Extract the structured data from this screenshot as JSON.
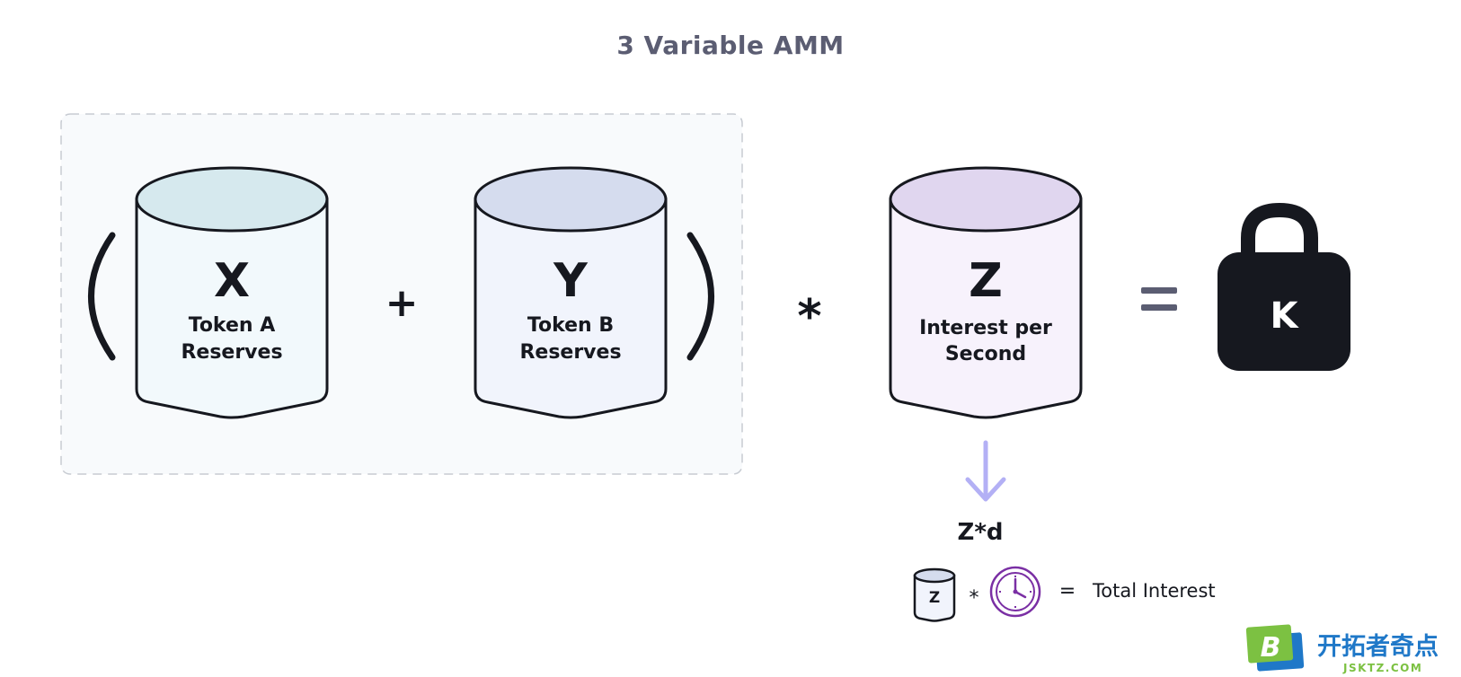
{
  "title": "3 Variable AMM",
  "colors": {
    "ink": "#16181f",
    "title": "#5b5d72",
    "group_fill": "#f8fafc",
    "group_border": "#c7cbd2",
    "x_top": "#d6e9ee",
    "x_body": "#f2f9fc",
    "y_top": "#d5dcee",
    "y_body": "#f1f4fc",
    "z_top": "#e0d6ef",
    "z_body": "#f7f2fc",
    "arrow": "#b3b0f5",
    "equals": "#5b5d72",
    "clock": "#7a2fa4",
    "lock": "#16181f",
    "watermark_green": "#7cc142",
    "watermark_blue": "#1f78c8"
  },
  "reserves": [
    {
      "letter": "X",
      "line1": "Token A",
      "line2": "Reserves"
    },
    {
      "letter": "Y",
      "line1": "Token B",
      "line2": "Reserves"
    },
    {
      "letter": "Z",
      "line1": "Interest per",
      "line2": "Second"
    }
  ],
  "operators": {
    "plus": "+",
    "times": "*",
    "open_paren": "(",
    "close_paren": ")"
  },
  "lock_label": "K",
  "icons": {
    "lock": "lock-icon",
    "arrow": "arrow-down-icon",
    "clock": "clock-icon",
    "cylinder": "cylinder-icon",
    "equals": "equals-icon"
  },
  "interest": {
    "formula": "Z*d",
    "mini_cylinder_label": "Z",
    "times": "*",
    "equals": "=",
    "result": "Total Interest"
  },
  "watermark": {
    "logo_letter": "B",
    "text": "开拓者奇点",
    "url": "JSKTZ.COM"
  }
}
